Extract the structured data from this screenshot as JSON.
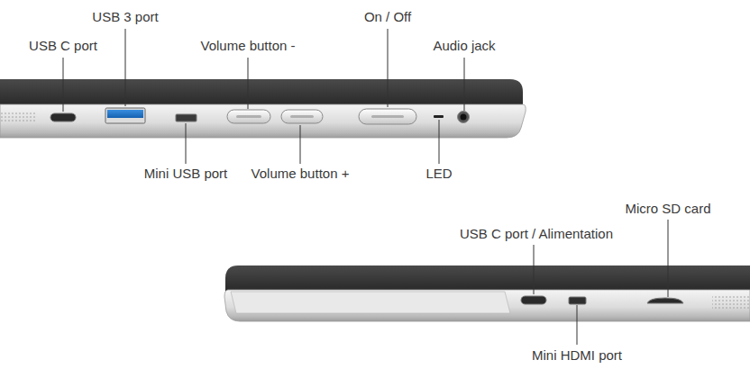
{
  "diagram": {
    "labels": [
      "USB 3 port",
      "On / Off",
      "USB C port",
      "Volume button -",
      "Audio jack",
      "Mini USB port",
      "Volume button +",
      "LED",
      "Micro SD card",
      "USB C port / Alimentation",
      "Mini HDMI port"
    ]
  }
}
